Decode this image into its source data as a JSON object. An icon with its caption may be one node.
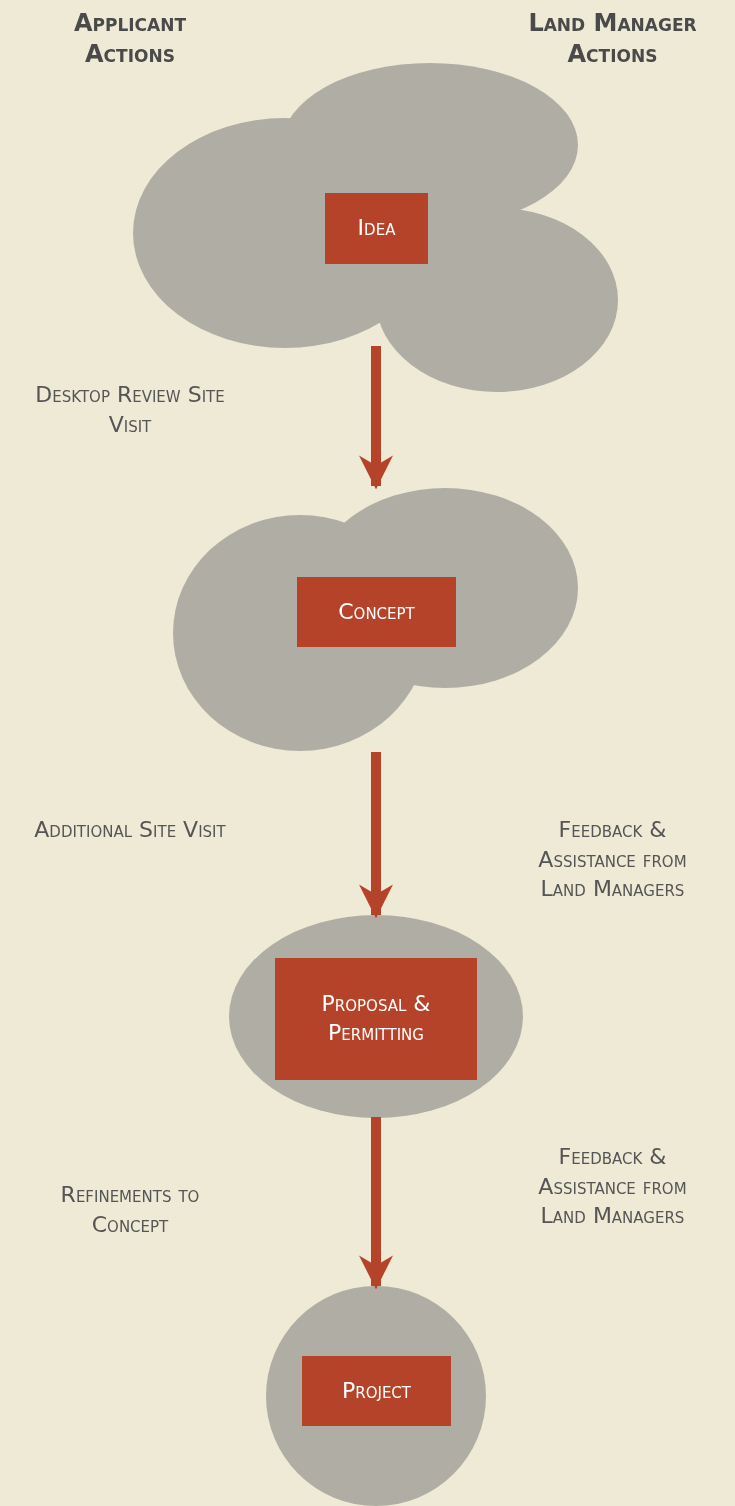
{
  "diagram": {
    "nodes": [
      {
        "text": [],
        "shape": "cloud"
      },
      {
        "text": [
          "Idea"
        ],
        "in": 0
      },
      {
        "text": [],
        "shape": "cloud"
      },
      {
        "text": [
          "Concept"
        ],
        "in": 2
      },
      {
        "text": [],
        "shape": "ellipse"
      },
      {
        "text": [
          "Proposal & Permitting"
        ],
        "in": 4
      },
      {
        "text": [],
        "shape": "circle"
      },
      {
        "text": [
          "Project"
        ],
        "in": 6
      }
    ],
    "edges": [
      {
        "from": 0,
        "to": 2,
        "arrow": "to"
      },
      {
        "from": 2,
        "to": 4,
        "arrow": "to"
      },
      {
        "from": 4,
        "to": 6,
        "arrow": "to"
      }
    ],
    "labels": [
      "Applicant Actions",
      "Land Manager Actions",
      "Desktop Review Site Visit",
      "Additional Site Visit",
      "Feedback & Assistance from Land Managers",
      "Refinements to Concept",
      "Feedback & Assistance from Land Managers"
    ]
  }
}
